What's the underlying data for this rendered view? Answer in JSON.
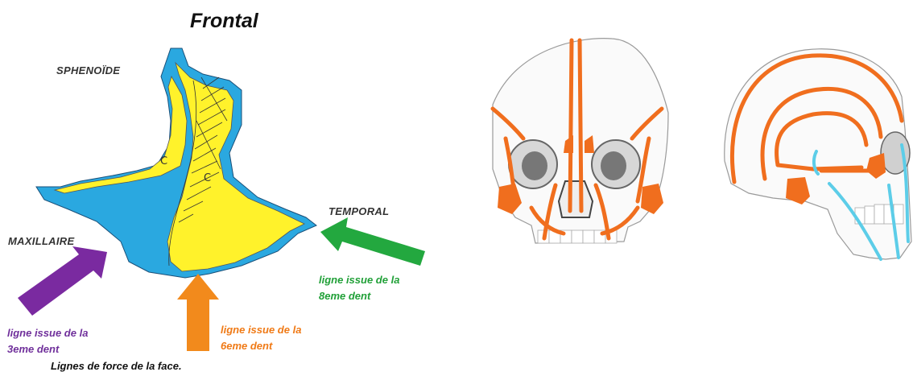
{
  "title": "Frontal",
  "bones": {
    "sphenoide": "SPHENOÏDE",
    "temporal": "TEMPORAL",
    "maxillaire": "MAXILLAIRE"
  },
  "region_marks": [
    "C",
    "C"
  ],
  "lines": {
    "purple": {
      "line1": "ligne issue de la",
      "line2": "3eme dent"
    },
    "orange": {
      "line1": "ligne issue de la",
      "line2": "6eme dent"
    },
    "green": {
      "line1": "ligne issue de la",
      "line2": "8eme dent"
    }
  },
  "caption": "Lignes de force de la face.",
  "colors": {
    "bone_fill": "#fff22b",
    "cortex_blue": "#2aa8e0",
    "force_line_orange": "#f06e1e",
    "jaw_line_cyan": "#5ccde8",
    "arrow_green": "#23a83f",
    "arrow_orange": "#f28a1c",
    "arrow_purple": "#7a2aa0",
    "skull_sketch": "#9a9a9a"
  }
}
